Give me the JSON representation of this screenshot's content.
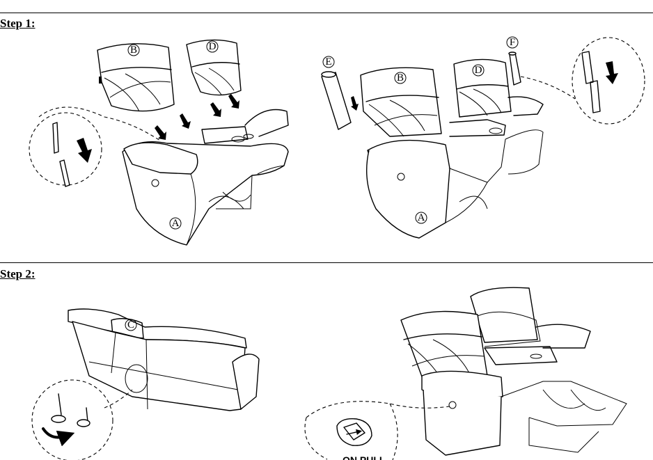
{
  "steps": [
    {
      "label": "Step 1:"
    },
    {
      "label": "Step 2:"
    }
  ],
  "parts": {
    "a": "A",
    "b": "B",
    "c": "C",
    "d": "D",
    "e": "E",
    "f": "F"
  },
  "switch_caption": "ON PULL",
  "icons": [
    "arrow-down-icon",
    "rotate-arrow-icon",
    "pull-handle-icon"
  ]
}
